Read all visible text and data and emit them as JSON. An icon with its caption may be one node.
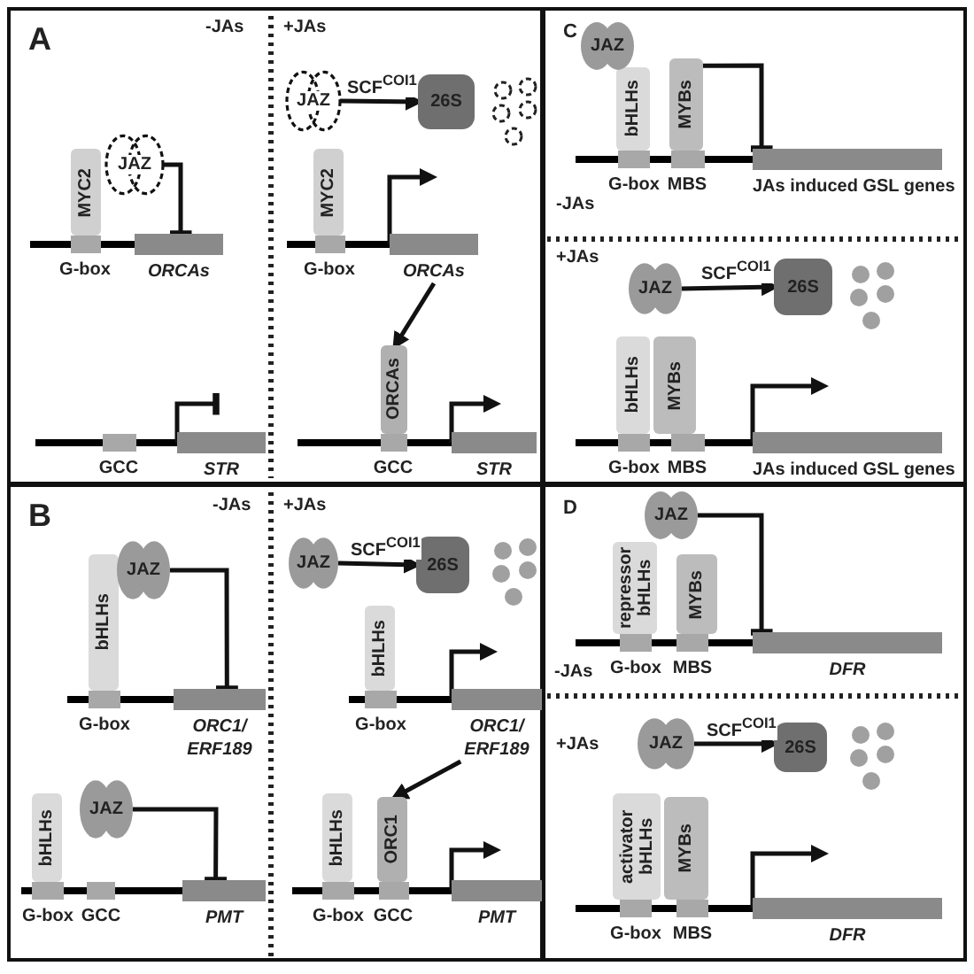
{
  "diagram": {
    "nodes": [
      {
        "text": [
          "A"
        ]
      },
      {
        "text": [
          "JAZ"
        ],
        "in": 0
      },
      {
        "text": [
          "MYC2"
        ],
        "in": 0
      },
      {
        "text": [
          "G-box"
        ],
        "in": 0
      },
      {
        "text": [
          "ORCAs"
        ],
        "in": 0
      },
      {
        "text": [
          "GCC"
        ],
        "in": 0
      },
      {
        "text": [
          "STR"
        ],
        "in": 0
      },
      {
        "text": [
          "JAZ"
        ],
        "in": 0
      },
      {
        "text": [
          "26S"
        ],
        "in": 0
      },
      {
        "text": [
          "MYC2"
        ],
        "in": 0
      },
      {
        "text": [
          "G-box"
        ],
        "in": 0
      },
      {
        "text": [
          "ORCAs"
        ],
        "in": 0
      },
      {
        "text": [
          "ORCAs"
        ],
        "in": 0
      },
      {
        "text": [
          "GCC"
        ],
        "in": 0
      },
      {
        "text": [
          "STR"
        ],
        "in": 0
      },
      {
        "text": [
          "B"
        ]
      },
      {
        "text": [
          "bHLHs"
        ],
        "in": 15
      },
      {
        "text": [
          "JAZ"
        ],
        "in": 15
      },
      {
        "text": [
          "G-box"
        ],
        "in": 15
      },
      {
        "text": [
          "ORC1/ ERF189"
        ],
        "in": 15
      },
      {
        "text": [
          "bHLHs"
        ],
        "in": 15
      },
      {
        "text": [
          "JAZ"
        ],
        "in": 15
      },
      {
        "text": [
          "G-box"
        ],
        "in": 15
      },
      {
        "text": [
          "GCC"
        ],
        "in": 15
      },
      {
        "text": [
          "PMT"
        ],
        "in": 15
      },
      {
        "text": [
          "JAZ"
        ],
        "in": 15
      },
      {
        "text": [
          "26S"
        ],
        "in": 15
      },
      {
        "text": [
          "bHLHs"
        ],
        "in": 15
      },
      {
        "text": [
          "G-box"
        ],
        "in": 15
      },
      {
        "text": [
          "ORC1/ ERF189"
        ],
        "in": 15
      },
      {
        "text": [
          "bHLHs"
        ],
        "in": 15
      },
      {
        "text": [
          "ORC1"
        ],
        "in": 15
      },
      {
        "text": [
          "G-box"
        ],
        "in": 15
      },
      {
        "text": [
          "GCC"
        ],
        "in": 15
      },
      {
        "text": [
          "PMT"
        ],
        "in": 15
      },
      {
        "text": [
          "C"
        ]
      },
      {
        "text": [
          "JAZ"
        ],
        "in": 35
      },
      {
        "text": [
          "bHLHs"
        ],
        "in": 35
      },
      {
        "text": [
          "MYBs"
        ],
        "in": 35
      },
      {
        "text": [
          "G-box"
        ],
        "in": 35
      },
      {
        "text": [
          "MBS"
        ],
        "in": 35
      },
      {
        "text": [
          "JAs induced GSL genes"
        ],
        "in": 35
      },
      {
        "text": [
          "JAZ"
        ],
        "in": 35
      },
      {
        "text": [
          "26S"
        ],
        "in": 35
      },
      {
        "text": [
          "bHLHs"
        ],
        "in": 35
      },
      {
        "text": [
          "MYBs"
        ],
        "in": 35
      },
      {
        "text": [
          "G-box"
        ],
        "in": 35
      },
      {
        "text": [
          "MBS"
        ],
        "in": 35
      },
      {
        "text": [
          "JAs induced GSL genes"
        ],
        "in": 35
      },
      {
        "text": [
          "D"
        ]
      },
      {
        "text": [
          "JAZ"
        ],
        "in": 49
      },
      {
        "text": [
          "repressor bHLHs"
        ],
        "in": 49
      },
      {
        "text": [
          "MYBs"
        ],
        "in": 49
      },
      {
        "text": [
          "G-box"
        ],
        "in": 49
      },
      {
        "text": [
          "MBS"
        ],
        "in": 49
      },
      {
        "text": [
          "DFR"
        ],
        "in": 49
      },
      {
        "text": [
          "JAZ"
        ],
        "in": 49
      },
      {
        "text": [
          "26S"
        ],
        "in": 49
      },
      {
        "text": [
          "activator bHLHs"
        ],
        "in": 49
      },
      {
        "text": [
          "MYBs"
        ],
        "in": 49
      },
      {
        "text": [
          "G-box"
        ],
        "in": 49
      },
      {
        "text": [
          "MBS"
        ],
        "in": 49
      },
      {
        "text": [
          "DFR"
        ],
        "in": 49
      }
    ],
    "edges": [
      {
        "from": 1,
        "to": 4,
        "arrow": "other"
      },
      {
        "from": 7,
        "to": 8,
        "arrow": "to",
        "label": "SCF$^{COI1}$"
      },
      {
        "from": 11,
        "to": 12,
        "arrow": "to"
      },
      {
        "from": 17,
        "to": 19,
        "arrow": "other"
      },
      {
        "from": 21,
        "to": 24,
        "arrow": "other"
      },
      {
        "from": 25,
        "to": 26,
        "arrow": "to",
        "label": "SCF$^{COI1}$"
      },
      {
        "from": 29,
        "to": 31,
        "arrow": "to"
      },
      {
        "from": 38,
        "to": 41,
        "arrow": "other"
      },
      {
        "from": 42,
        "to": 43,
        "arrow": "to",
        "label": "SCF$^{COI1}$"
      },
      {
        "from": 50,
        "to": 55,
        "arrow": "other"
      },
      {
        "from": 56,
        "to": 57,
        "arrow": "to",
        "label": "SCF$^{COI1}$"
      }
    ],
    "labels": [
      "-JAs",
      "+JAs",
      "-JAs",
      "+JAs",
      "-JAs",
      "+JAs",
      "-JAs",
      "+JAs"
    ]
  }
}
